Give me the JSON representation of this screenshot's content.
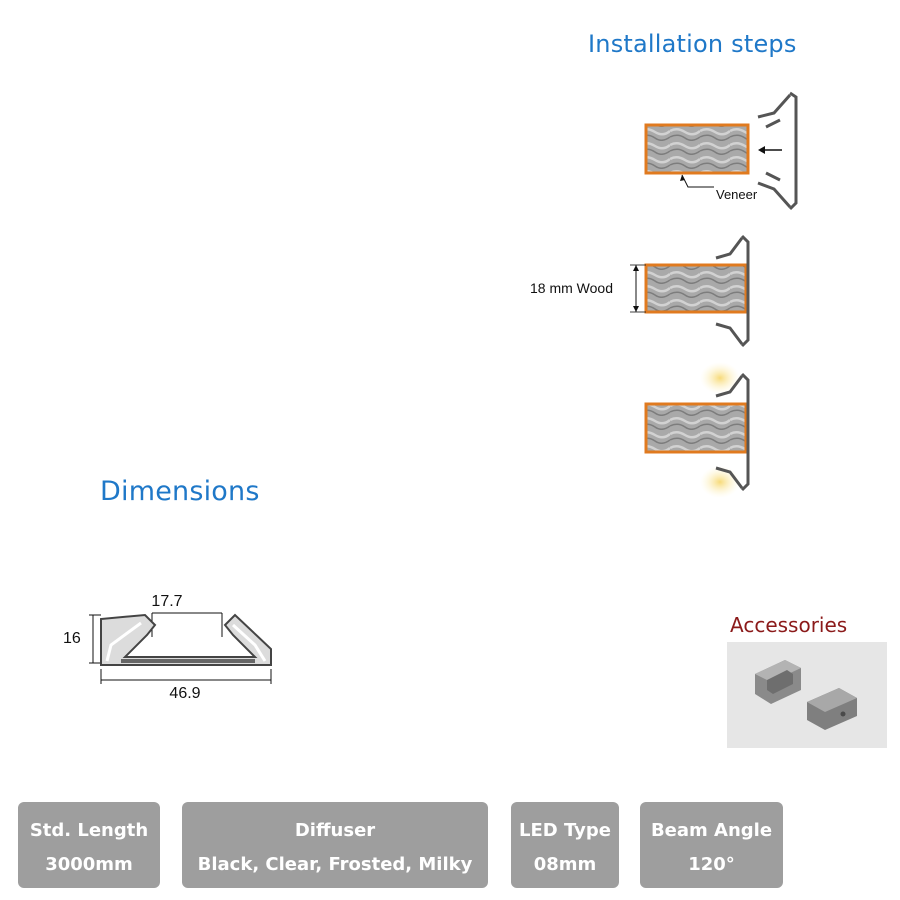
{
  "installation": {
    "title": "Installation steps",
    "veneer_label": "Veneer",
    "wood_label": "18 mm Wood"
  },
  "dimensions": {
    "title": "Dimensions",
    "top_width": "17.7",
    "height": "16",
    "total_width": "46.9"
  },
  "accessories": {
    "title": "Accessories"
  },
  "specs": [
    {
      "label": "Std. Length",
      "value": "3000mm"
    },
    {
      "label": "Diffuser",
      "value": "Black, Clear, Frosted, Milky"
    },
    {
      "label": "LED Type",
      "value": "08mm"
    },
    {
      "label": "Beam Angle",
      "value": "120°"
    }
  ],
  "colors": {
    "heading_blue": "#1f78c8",
    "accessories_red": "#8b1a1a",
    "spec_gray": "#9e9e9e",
    "veneer_orange": "#e07a1f"
  }
}
